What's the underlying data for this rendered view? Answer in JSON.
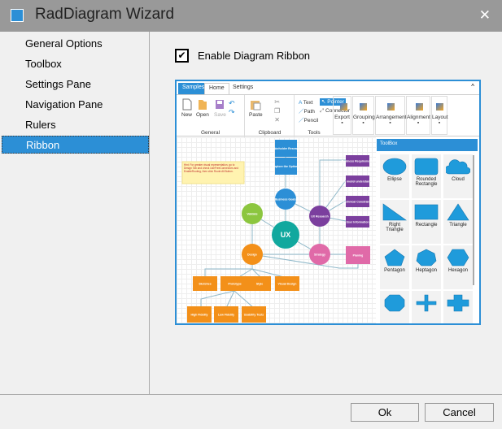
{
  "window": {
    "title": "RadDiagram Wizard",
    "close_icon": "close-icon",
    "app_icon": "diagram-icon"
  },
  "sidebar": {
    "items": [
      {
        "label": "General Options"
      },
      {
        "label": "Toolbox"
      },
      {
        "label": "Settings Pane"
      },
      {
        "label": "Navigation Pane"
      },
      {
        "label": "Rulers"
      },
      {
        "label": "Ribbon",
        "selected": true
      }
    ]
  },
  "option": {
    "label": "Enable Diagram Ribbon",
    "checked": true,
    "check_glyph": "✔"
  },
  "preview": {
    "tabs": [
      "Samples",
      "Home",
      "Settings"
    ],
    "collapse_glyph": "^",
    "ribbon": {
      "general": {
        "label": "General",
        "new": "New",
        "open": "Open",
        "save": "Save"
      },
      "clipboard": {
        "label": "Clipboard",
        "paste": "Paste"
      },
      "tools": {
        "label": "Tools",
        "text": "Text",
        "path": "Path",
        "pencil": "Pencil",
        "pointer": "Pointer",
        "connector": "Connector"
      },
      "dropdowns": [
        "Export",
        "Grouping",
        "Arrangement",
        "Alignment",
        "Layout"
      ],
      "dropdown_glyph": "▪"
    },
    "diagram": {
      "hint": "Hint: For greater visual representation, go to Design Tab and check UseFreeConnectors and EnableRouting, then click Route All Button.",
      "nodes": [
        "Stakeholder Research",
        "Explore the Options",
        "Business Goals",
        "UX",
        "Validate",
        "Design",
        "Strategy",
        "UX Research",
        "Business Requirements",
        "Task model understanding",
        "Technical Constraints",
        "User Information",
        "Planing",
        "Sketches",
        "Prototype",
        "Style",
        "Visual Design",
        "High Fidelity",
        "Low Fidelity",
        "Usability Tests"
      ]
    },
    "toolbox": {
      "title": "ToolBox",
      "items": [
        "Ellipse",
        "Rounded Rectangle",
        "Cloud",
        "Right Triangle",
        "Rectangle",
        "Triangle",
        "Pentagon",
        "Heptagon",
        "Hexagon",
        "",
        "",
        " "
      ]
    }
  },
  "colors": {
    "accent": "#2c8fd6",
    "ux": "#11a89e",
    "purple": "#7b3f9e",
    "orange": "#f39019",
    "pink": "#e06aa8",
    "green": "#8cc63f"
  },
  "buttons": {
    "ok": "Ok",
    "cancel": "Cancel"
  }
}
